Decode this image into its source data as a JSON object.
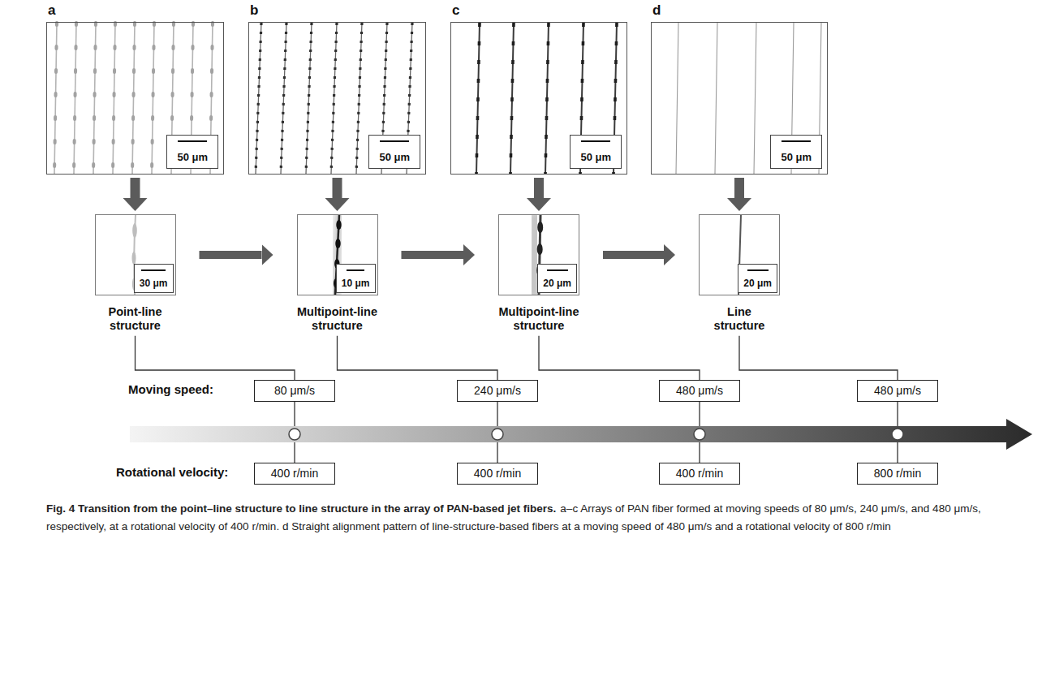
{
  "diagram": {
    "title": "Fig. 4 Transition from the point–line structure to line structure in the array of PAN-based jet fibers.",
    "caption": "a–c Arrays of PAN fiber formed at moving speeds of 80 μm/s, 240 μm/s, and 480 μm/s, respectively, at a rotational velocity of 400 r/min. d Straight alignment pattern of line-structure-based fibers at a moving speed of 480 μm/s and a rotational velocity of 800 r/min",
    "nodes": [
      {
        "text": [
          "a"
        ]
      },
      {
        "text": [
          "50 μm"
        ],
        "in": 0
      },
      {
        "text": [
          "b"
        ]
      },
      {
        "text": [
          "50 μm"
        ],
        "in": 2
      },
      {
        "text": [
          "c"
        ]
      },
      {
        "text": [
          "50 μm"
        ],
        "in": 4
      },
      {
        "text": [
          "d"
        ]
      },
      {
        "text": [
          "50 μm"
        ],
        "in": 6
      },
      {
        "text": [
          "Point-line structure"
        ]
      },
      {
        "text": [
          "30 μm"
        ],
        "in": 8
      },
      {
        "text": [
          "Multipoint-line structure"
        ]
      },
      {
        "text": [
          "10 μm"
        ],
        "in": 10
      },
      {
        "text": [
          "Multipoint-line structure"
        ]
      },
      {
        "text": [
          "20 μm"
        ],
        "in": 12
      },
      {
        "text": [
          "Line structure"
        ]
      },
      {
        "text": [
          "20 μm"
        ],
        "in": 14
      },
      {
        "text": [
          "80 μm/s"
        ]
      },
      {
        "text": [
          "240 μm/s"
        ]
      },
      {
        "text": [
          "480 μm/s"
        ]
      },
      {
        "text": [
          "480 μm/s"
        ]
      },
      {
        "text": [
          "400 r/min"
        ]
      },
      {
        "text": [
          "400 r/min"
        ]
      },
      {
        "text": [
          "400 r/min"
        ]
      },
      {
        "text": [
          "800 r/min"
        ]
      }
    ],
    "edges": [
      {
        "from": 0,
        "to": 8,
        "arrow": "to"
      },
      {
        "from": 2,
        "to": 10,
        "arrow": "to"
      },
      {
        "from": 4,
        "to": 12,
        "arrow": "to"
      },
      {
        "from": 6,
        "to": 14,
        "arrow": "to"
      },
      {
        "from": 8,
        "to": 10,
        "arrow": "to"
      },
      {
        "from": 10,
        "to": 12,
        "arrow": "to"
      },
      {
        "from": 12,
        "to": 14,
        "arrow": "to"
      },
      {
        "from": 8,
        "to": 16,
        "arrow": "none"
      },
      {
        "from": 10,
        "to": 17,
        "arrow": "none"
      },
      {
        "from": 12,
        "to": 18,
        "arrow": "none"
      },
      {
        "from": 14,
        "to": 19,
        "arrow": "none"
      },
      {
        "from": 16,
        "to": 20,
        "arrow": "none"
      },
      {
        "from": 17,
        "to": 21,
        "arrow": "none"
      },
      {
        "from": 18,
        "to": 22,
        "arrow": "none"
      },
      {
        "from": 19,
        "to": 23,
        "arrow": "none"
      }
    ],
    "labels": [
      "Moving speed:",
      "Rotational velocity:"
    ]
  }
}
